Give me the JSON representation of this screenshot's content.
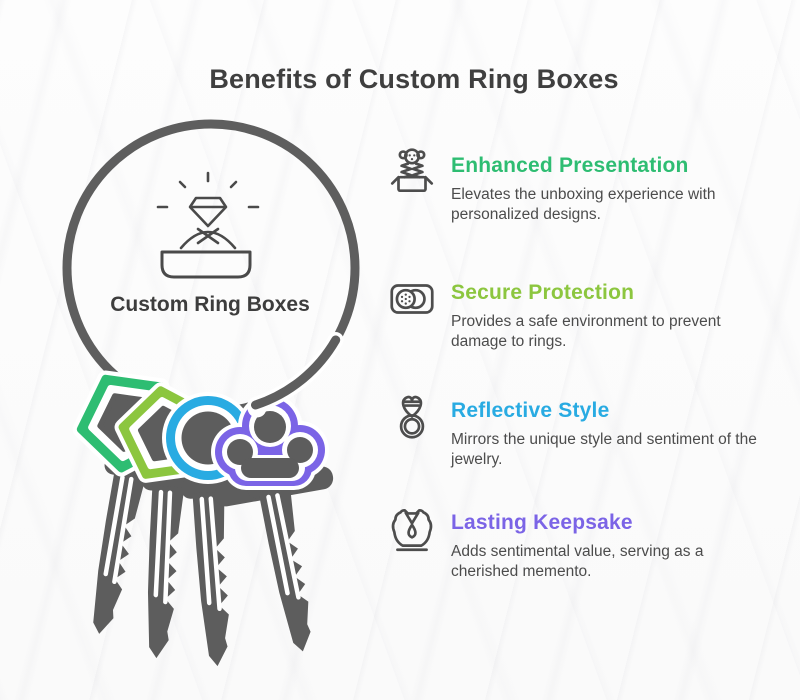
{
  "title": "Benefits of Custom Ring Boxes",
  "hub": {
    "label": "Custom Ring Boxes",
    "icon": "ring-in-box-icon"
  },
  "benefits": [
    {
      "heading": "Enhanced Presentation",
      "description": "Elevates the unboxing experience with personalized designs.",
      "color": "#2ebd72",
      "icon": "jack-in-the-box-icon"
    },
    {
      "heading": "Secure Protection",
      "description": "Provides a safe environment to prevent damage to rings.",
      "color": "#8cc63f",
      "icon": "cushioned-case-icon"
    },
    {
      "heading": "Reflective Style",
      "description": "Mirrors the unique style and sentiment of the jewelry.",
      "color": "#29abe2",
      "icon": "heart-ring-icon"
    },
    {
      "heading": "Lasting Keepsake",
      "description": "Adds sentimental value, serving as a cherished memento.",
      "color": "#7b64e6",
      "icon": "pendant-necklace-icon"
    }
  ],
  "illustration": {
    "keyring_color": "#5e5e5e",
    "key_blade_color": "#5d5d5d",
    "key_head_colors": [
      "#2ebd72",
      "#8cc63f",
      "#29abe2",
      "#7b64e6"
    ]
  }
}
